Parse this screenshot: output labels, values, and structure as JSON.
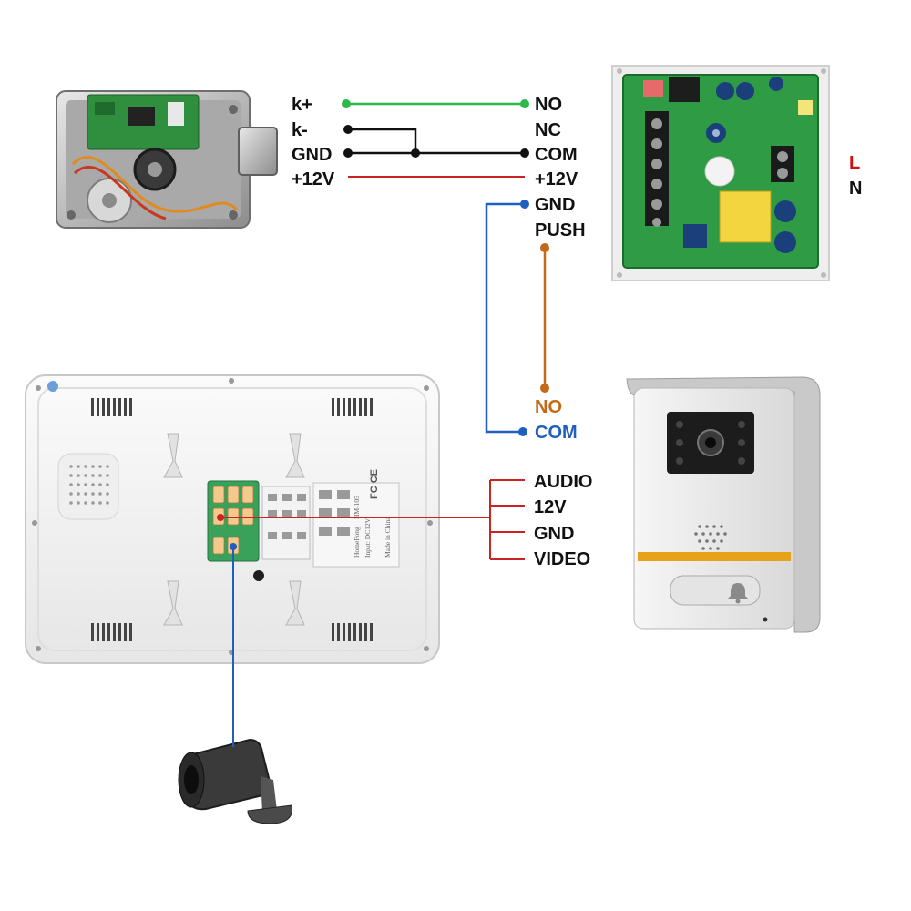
{
  "lock": {
    "terminals": [
      "k+",
      "k-",
      "GND",
      "+12V"
    ]
  },
  "power_supply": {
    "terminals": [
      "NO",
      "NC",
      "COM",
      "+12V",
      "GND",
      "PUSH"
    ],
    "mains": {
      "live": "L",
      "neutral": "N"
    }
  },
  "exit_button": {
    "terminals": [
      "NO",
      "COM"
    ]
  },
  "monitor": {
    "spec_lines": [
      "HomeFong",
      "HM-105",
      "Input: DC12V",
      "Made in China"
    ]
  },
  "door_station": {
    "terminals": [
      "AUDIO",
      "12V",
      "GND",
      "VIDEO"
    ]
  },
  "wire_colors": {
    "kplus_no": "#2db84a",
    "kminus_gnd_com": "#111111",
    "power_12v": "#cc2222",
    "gnd_com": "#1f5fbf",
    "push_no": "#c26a1a",
    "door_bus": "#cc2222",
    "camera": "#1f5fbf"
  },
  "icons": [
    "electric-lock-icon",
    "power-supply-board-icon",
    "indoor-monitor-icon",
    "door-camera-icon",
    "cctv-camera-icon",
    "bell-icon"
  ]
}
